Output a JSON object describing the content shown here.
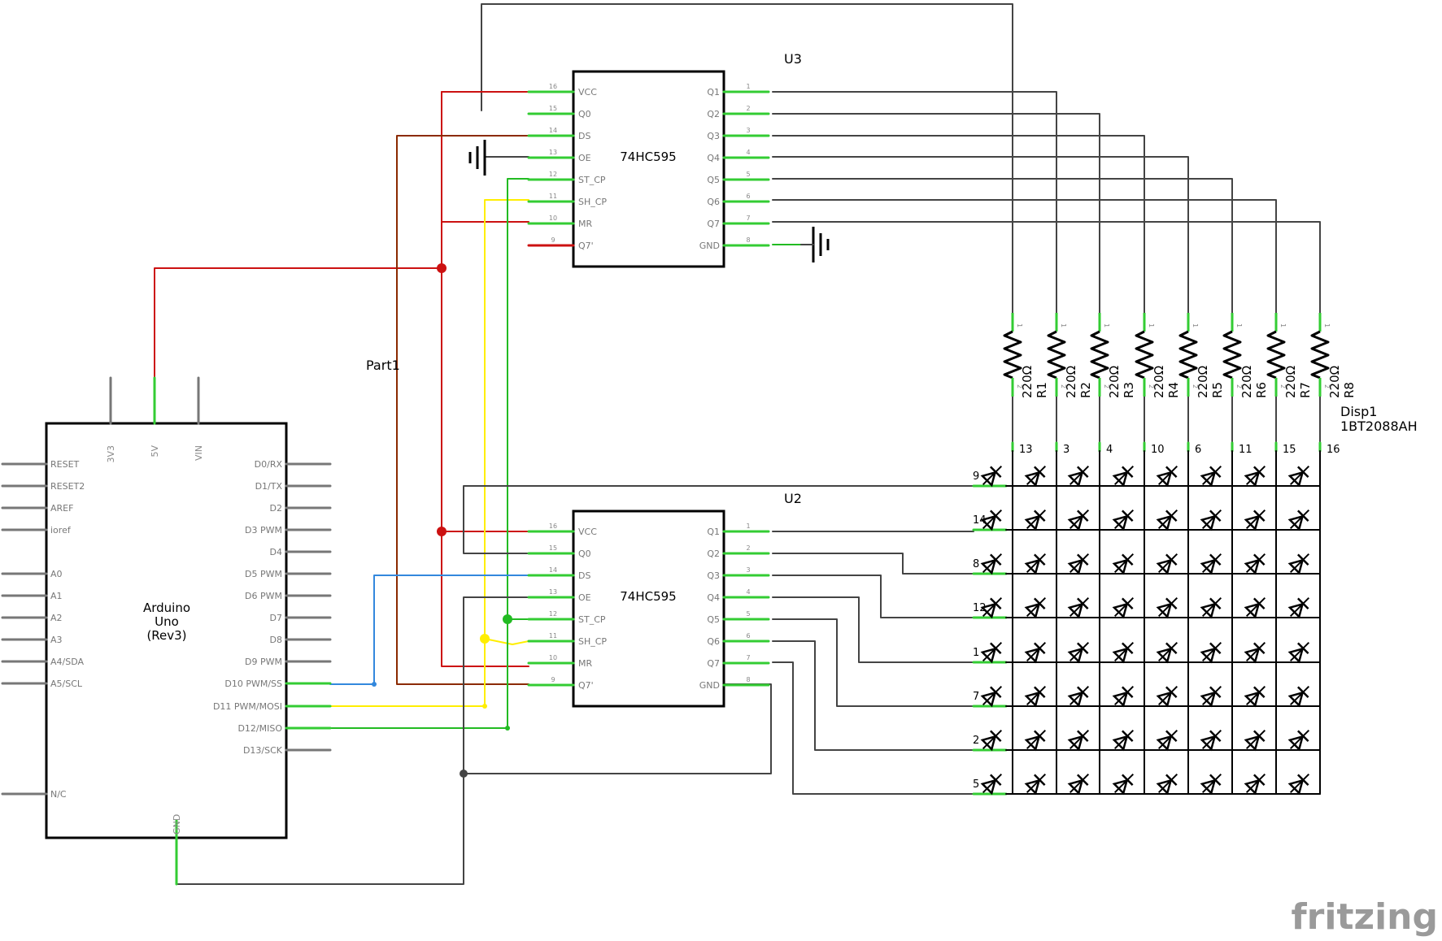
{
  "arduino": {
    "name": "Part1",
    "title_lines": [
      "Arduino",
      "Uno",
      "(Rev3)"
    ],
    "top_pins": [
      "3V3",
      "5V",
      "VIN"
    ],
    "left_pins": [
      "RESET",
      "RESET2",
      "AREF",
      "ioref",
      "A0",
      "A1",
      "A2",
      "A3",
      "A4/SDA",
      "A5/SCL",
      "N/C"
    ],
    "right_pins": [
      "D0/RX",
      "D1/TX",
      "D2",
      "D3 PWM",
      "D4",
      "D5 PWM",
      "D6 PWM",
      "D7",
      "D8",
      "D9 PWM",
      "D10 PWM/SS",
      "D11 PWM/MOSI",
      "D12/MISO",
      "D13/SCK"
    ],
    "bottom_pin": "GND"
  },
  "shift_registers": [
    {
      "name": "U3",
      "chip": "74HC595",
      "left_pins": [
        {
          "num": "16",
          "label": "VCC"
        },
        {
          "num": "15",
          "label": "Q0"
        },
        {
          "num": "14",
          "label": "DS"
        },
        {
          "num": "13",
          "label": "OE"
        },
        {
          "num": "12",
          "label": "ST_CP"
        },
        {
          "num": "11",
          "label": "SH_CP"
        },
        {
          "num": "10",
          "label": "MR"
        },
        {
          "num": "9",
          "label": "Q7'"
        }
      ],
      "right_pins": [
        {
          "num": "1",
          "label": "Q1"
        },
        {
          "num": "2",
          "label": "Q2"
        },
        {
          "num": "3",
          "label": "Q3"
        },
        {
          "num": "4",
          "label": "Q4"
        },
        {
          "num": "5",
          "label": "Q5"
        },
        {
          "num": "6",
          "label": "Q6"
        },
        {
          "num": "7",
          "label": "Q7"
        },
        {
          "num": "8",
          "label": "GND"
        }
      ]
    },
    {
      "name": "U2",
      "chip": "74HC595",
      "left_pins": [
        {
          "num": "16",
          "label": "VCC"
        },
        {
          "num": "15",
          "label": "Q0"
        },
        {
          "num": "14",
          "label": "DS"
        },
        {
          "num": "13",
          "label": "OE"
        },
        {
          "num": "12",
          "label": "ST_CP"
        },
        {
          "num": "11",
          "label": "SH_CP"
        },
        {
          "num": "10",
          "label": "MR"
        },
        {
          "num": "9",
          "label": "Q7'"
        }
      ],
      "right_pins": [
        {
          "num": "1",
          "label": "Q1"
        },
        {
          "num": "2",
          "label": "Q2"
        },
        {
          "num": "3",
          "label": "Q3"
        },
        {
          "num": "4",
          "label": "Q4"
        },
        {
          "num": "5",
          "label": "Q5"
        },
        {
          "num": "6",
          "label": "Q6"
        },
        {
          "num": "7",
          "label": "Q7"
        },
        {
          "num": "8",
          "label": "GND"
        }
      ]
    }
  ],
  "resistors": [
    {
      "name": "R1",
      "value": "220Ω"
    },
    {
      "name": "R2",
      "value": "220Ω"
    },
    {
      "name": "R3",
      "value": "220Ω"
    },
    {
      "name": "R4",
      "value": "220Ω"
    },
    {
      "name": "R5",
      "value": "220Ω"
    },
    {
      "name": "R6",
      "value": "220Ω"
    },
    {
      "name": "R7",
      "value": "220Ω"
    },
    {
      "name": "R8",
      "value": "220Ω"
    }
  ],
  "resistor_pin_numbers": [
    "1",
    "2"
  ],
  "display": {
    "name": "Disp1",
    "part": "1BT2088AH",
    "column_pins": [
      "13",
      "3",
      "4",
      "10",
      "6",
      "11",
      "15",
      "16"
    ],
    "row_pins": [
      "9",
      "14",
      "8",
      "12",
      "1",
      "7",
      "2",
      "5"
    ]
  },
  "watermark": "fritzing",
  "colors": {
    "red": "#cc1111",
    "brown": "#8b2a00",
    "yellow": "#ffee00",
    "green": "#22bb22",
    "blue": "#3388dd",
    "dark": "#444444",
    "pin_green": "#33cc33",
    "pin_grey": "#777777"
  }
}
